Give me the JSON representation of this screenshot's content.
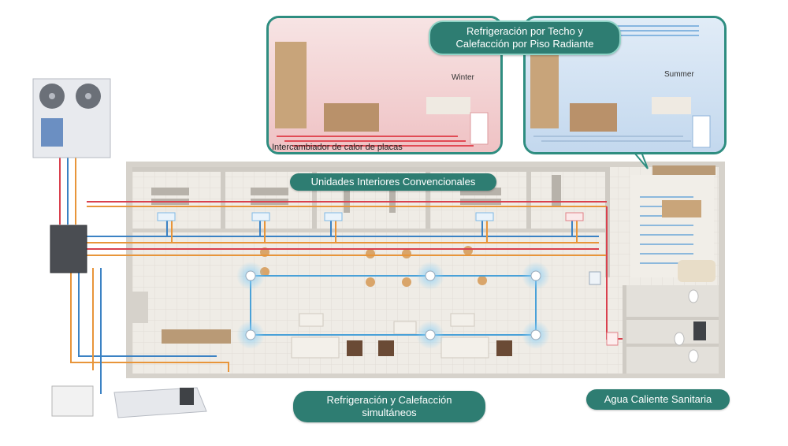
{
  "labels": {
    "ceiling_floor": "Refrigeración por Techo y Calefacción por Piso Radiante",
    "winter": "Winter",
    "summer": "Summer",
    "plate_exchanger": "Intercambiador de calor de placas",
    "conventional_units": "Unidades Interiores Convencionales",
    "simultaneous": "Refrigeración y Calefacción simultáneos",
    "hot_water": "Agua Caliente Sanitaria"
  },
  "colors": {
    "pill": "#2e7d72",
    "panel_border": "#2e8d80",
    "pipe_red": "#d9414e",
    "pipe_orange": "#e8953a",
    "pipe_blue": "#3b82c4",
    "winter_tint": "#f3c9c9",
    "summer_tint": "#c9dcef",
    "floor": "#eeeae3",
    "wall": "#d9d6d0"
  }
}
